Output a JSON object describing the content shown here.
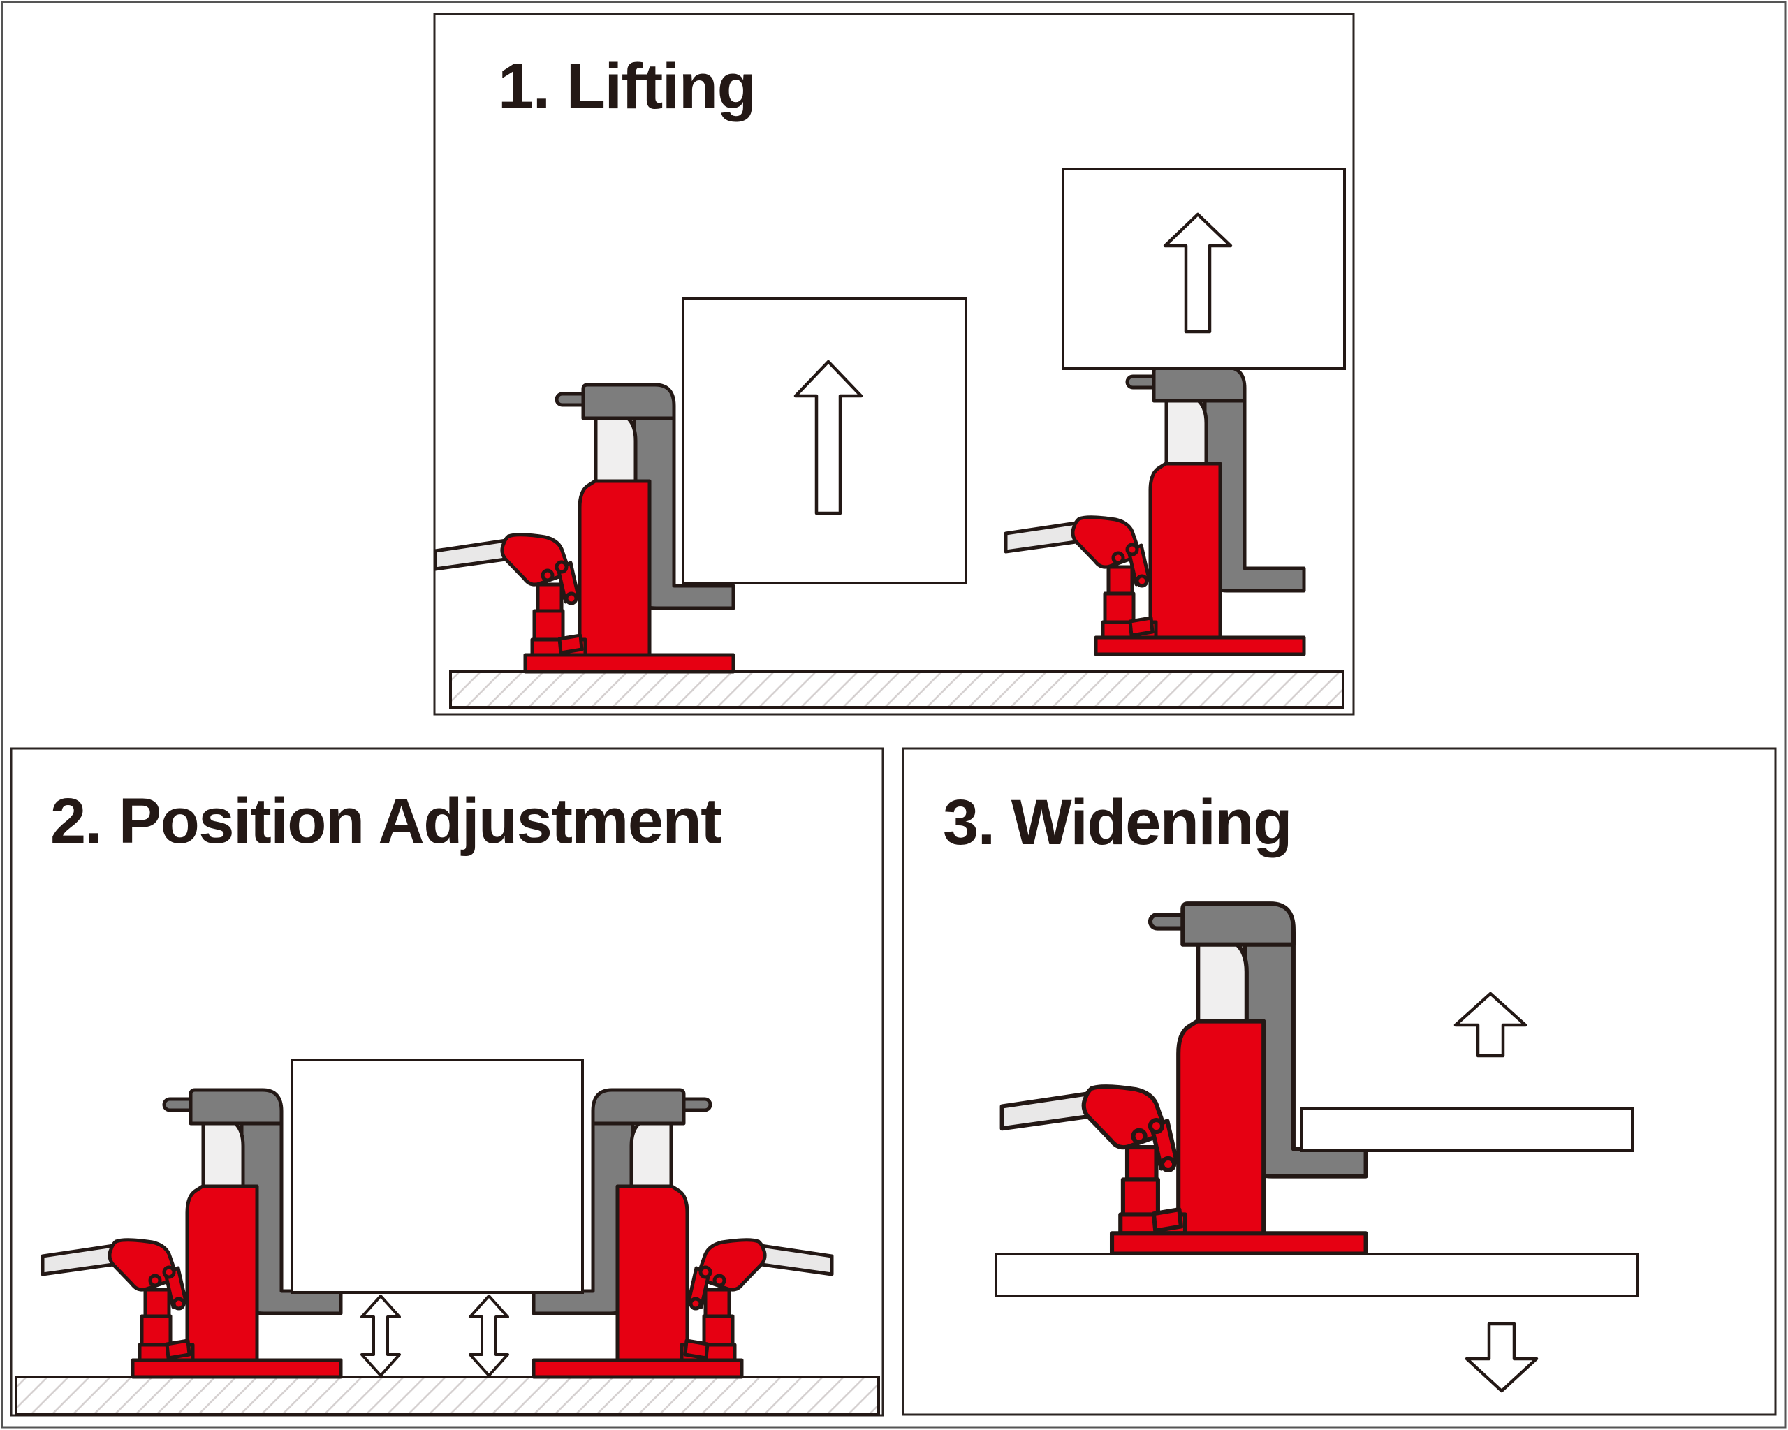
{
  "document": {
    "kind": "instruction-diagram",
    "subject": "hydraulic toe jack usage steps",
    "background": "#ffffff"
  },
  "colors": {
    "outline": "#231815",
    "panel_border": "#2b2422",
    "outer_border": "#555555",
    "jack_red": "#e60012",
    "jack_gray": "#7d7d7d",
    "piston_light": "#f0efef",
    "handle_light": "#e9e8e8",
    "hatch_line": "#d6d1d1",
    "title_text": "#231815",
    "box_fill": "#ffffff"
  },
  "panels": [
    {
      "id": "lifting",
      "step_number": "1",
      "title": "1. Lifting",
      "description_elements": [
        "toe-lift jack with load box and up arrow",
        "head-lift jack with load box and up arrow",
        "hatched ground"
      ],
      "icons": [
        "up-arrow-icon",
        "up-arrow-icon"
      ]
    },
    {
      "id": "position-adjustment",
      "step_number": "2",
      "title": "2. Position Adjustment",
      "description_elements": [
        "two facing jacks holding one box on their toes",
        "two double-headed vertical arrows under box",
        "hatched ground"
      ],
      "icons": [
        "up-down-arrow-icon",
        "up-down-arrow-icon"
      ]
    },
    {
      "id": "widening",
      "step_number": "3",
      "title": "3. Widening",
      "description_elements": [
        "jack standing on lower board with toe spreading upper board",
        "up arrow above upper board",
        "down arrow below lower board"
      ],
      "icons": [
        "up-arrow-icon",
        "down-arrow-icon"
      ]
    }
  ],
  "jack_parts": [
    "handle-rod",
    "lift-arm-and-toe",
    "piston",
    "arm-cap",
    "cap-pin",
    "cylinder-body",
    "pump-body",
    "pump-linkage",
    "pump-piston",
    "base-plate",
    "release-valve-plate",
    "pivot-pins"
  ]
}
